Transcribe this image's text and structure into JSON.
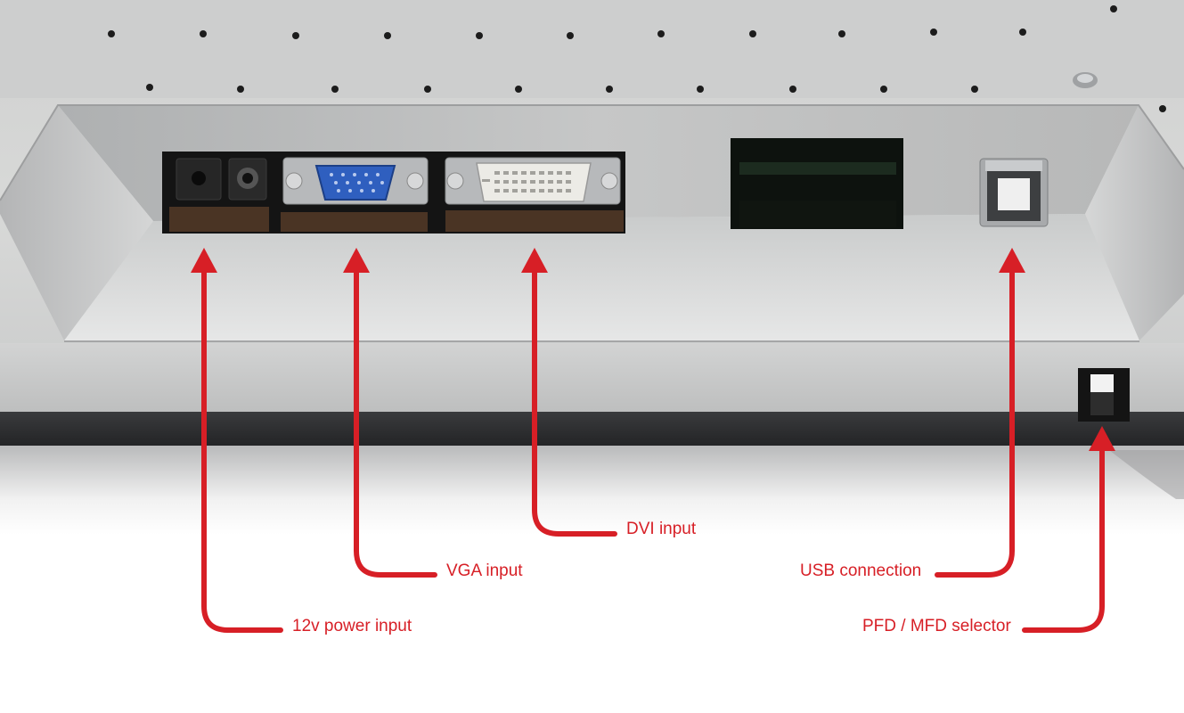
{
  "theme": {
    "callout_color": "#d71f26",
    "panel_steel": "#c4c5c5",
    "bezel_dark": "#2b2c2e"
  },
  "callouts": {
    "power": {
      "label": "12v power input"
    },
    "vga": {
      "label": "VGA input"
    },
    "dvi": {
      "label": "DVI input"
    },
    "usb": {
      "label": "USB connection"
    },
    "selector": {
      "label": "PFD / MFD selector"
    }
  },
  "ports": [
    "power-jack",
    "audio-jack",
    "vga-port",
    "dvi-port",
    "connector-slot",
    "usb-b-port",
    "selector-switch"
  ]
}
